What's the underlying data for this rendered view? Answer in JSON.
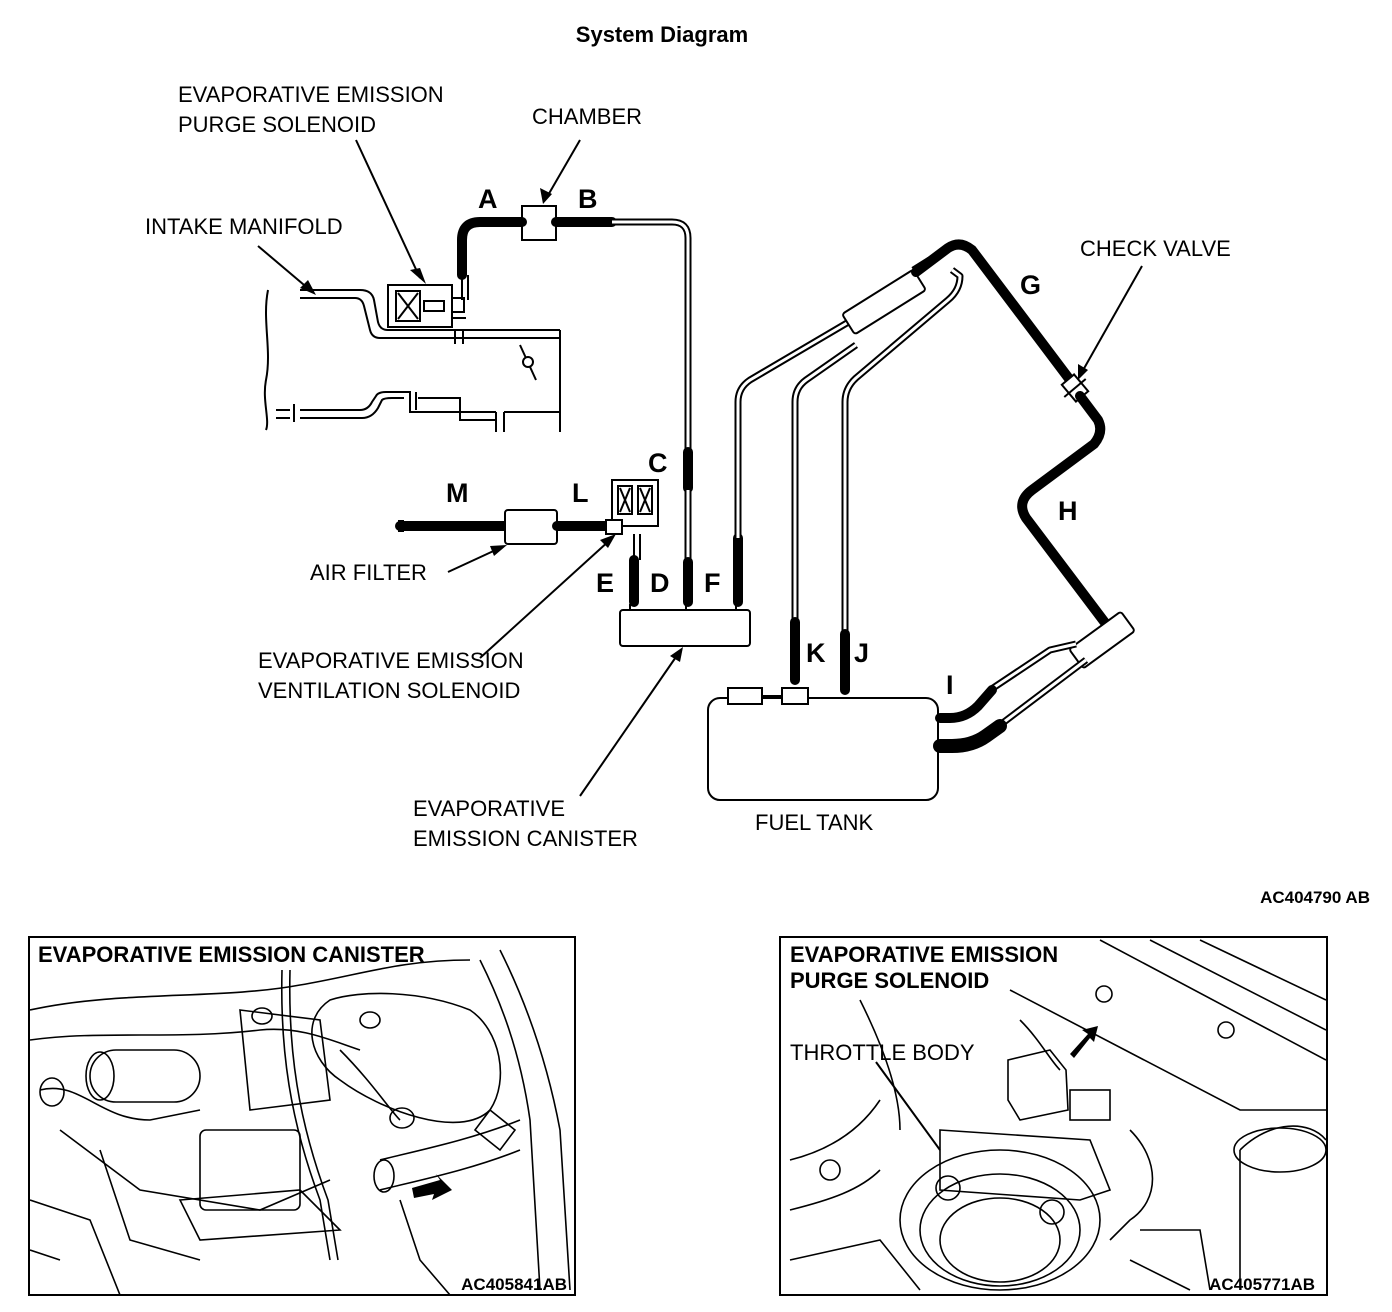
{
  "title": "System Diagram",
  "components": {
    "purge_solenoid": [
      "EVAPORATIVE EMISSION",
      "PURGE SOLENOID"
    ],
    "chamber": "CHAMBER",
    "intake_manifold": "INTAKE MANIFOLD",
    "check_valve": "CHECK VALVE",
    "air_filter": "AIR FILTER",
    "ventilation_solenoid": [
      "EVAPORATIVE EMISSION",
      "VENTILATION SOLENOID"
    ],
    "canister": [
      "EVAPORATIVE",
      "EMISSION CANISTER"
    ],
    "fuel_tank": "FUEL TANK"
  },
  "hose_letters": {
    "A": "A",
    "B": "B",
    "C": "C",
    "D": "D",
    "E": "E",
    "F": "F",
    "G": "G",
    "H": "H",
    "I": "I",
    "J": "J",
    "K": "K",
    "L": "L",
    "M": "M"
  },
  "diagram_code": "AC404790 AB",
  "photo_left": {
    "title": "EVAPORATIVE EMISSION CANISTER",
    "code": "AC405841AB"
  },
  "photo_right": {
    "title": [
      "EVAPORATIVE EMISSION",
      "PURGE SOLENOID"
    ],
    "callout": "THROTTLE BODY",
    "code": "AC405771AB"
  }
}
